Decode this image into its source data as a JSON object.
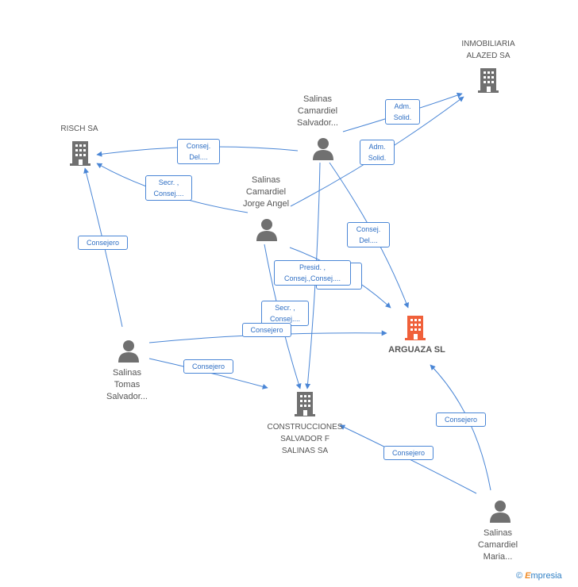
{
  "nodes": {
    "inmobiliaria": {
      "label": "INMOBILIARIA\nALAZED SA",
      "type": "company"
    },
    "risch": {
      "label": "RISCH SA",
      "type": "company"
    },
    "arguaza": {
      "label": "ARGUAZA SL",
      "type": "focus-company"
    },
    "construcciones": {
      "label": "CONSTRUCCIONES\nSALVADOR F\nSALINAS SA",
      "type": "company"
    },
    "salvador": {
      "label": "Salinas\nCamardiel\nSalvador...",
      "type": "person"
    },
    "jorge": {
      "label": "Salinas\nCamardiel\nJorge Angel",
      "type": "person"
    },
    "tomas": {
      "label": "Salinas\nTomas\nSalvador...",
      "type": "person"
    },
    "maria": {
      "label": "Salinas\nCamardiel\nMaria...",
      "type": "person"
    }
  },
  "edges": [
    {
      "label": "Adm.\nSolid."
    },
    {
      "label": "Adm.\nSolid."
    },
    {
      "label": "Consej.\nDel...."
    },
    {
      "label": "Secr. ,\nConsej...."
    },
    {
      "label": "Consejero"
    },
    {
      "label": "Consej.\nDel...."
    },
    {
      "label": "Presid. ,\nConsej.,Consej...."
    },
    {
      "label": "Secr. ,\nConsej...."
    },
    {
      "label": "Consejero"
    },
    {
      "label": "Consejero"
    },
    {
      "label": "Consejero"
    },
    {
      "label": "Consejero"
    }
  ],
  "colors": {
    "edge": "#4a86d6",
    "company_icon": "#707070",
    "focus_icon": "#f0603a",
    "person_icon": "#707070"
  },
  "brand": {
    "symbol": "©",
    "name": "mpresia",
    "initial": "E"
  }
}
